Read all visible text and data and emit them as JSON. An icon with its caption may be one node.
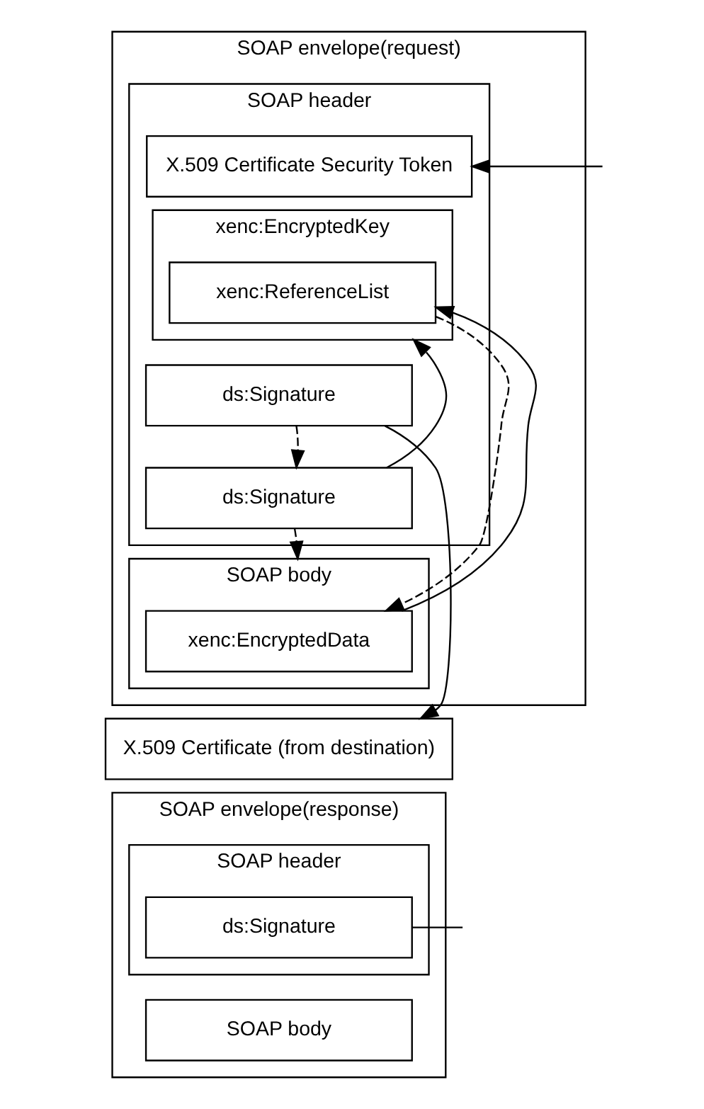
{
  "diagram": {
    "nodes": [
      {
        "text": [
          "SOAP envelope(request)"
        ]
      },
      {
        "text": [
          "SOAP header"
        ],
        "in": 0
      },
      {
        "text": [
          "X.509 Certificate Security Token"
        ],
        "in": 1
      },
      {
        "text": [
          "xenc:EncryptedKey"
        ],
        "in": 1
      },
      {
        "text": [
          "xenc:ReferenceList"
        ],
        "in": 3
      },
      {
        "text": [
          "ds:Signature"
        ],
        "in": 1
      },
      {
        "text": [
          "ds:Signature"
        ],
        "in": 1
      },
      {
        "text": [
          "SOAP body"
        ],
        "in": 0
      },
      {
        "text": [
          "xenc:EncryptedData"
        ],
        "in": 7
      },
      {
        "text": [
          "X.509 Certificate (from destination)"
        ]
      },
      {
        "text": [
          "SOAP envelope(response)"
        ]
      },
      {
        "text": [
          "SOAP header"
        ],
        "in": 10
      },
      {
        "text": [
          "ds:Signature"
        ],
        "in": 11
      },
      {
        "text": [
          "SOAP body"
        ],
        "in": 10
      }
    ],
    "edges": [
      {
        "from": null,
        "to": 2,
        "arrow": "to"
      },
      {
        "from": 6,
        "to": 3,
        "arrow": "to"
      },
      {
        "from": 8,
        "to": 4,
        "arrow": "to"
      },
      {
        "from": 5,
        "to": 9,
        "arrow": "to"
      },
      {
        "from": 12,
        "to": null,
        "arrow": "none"
      },
      {
        "from": 4,
        "to": 8,
        "arrow": "to",
        "style": "dashed"
      },
      {
        "from": 5,
        "to": 6,
        "arrow": "to",
        "style": "dashed"
      },
      {
        "from": 6,
        "to": 7,
        "arrow": "to",
        "style": "dashed"
      }
    ]
  }
}
